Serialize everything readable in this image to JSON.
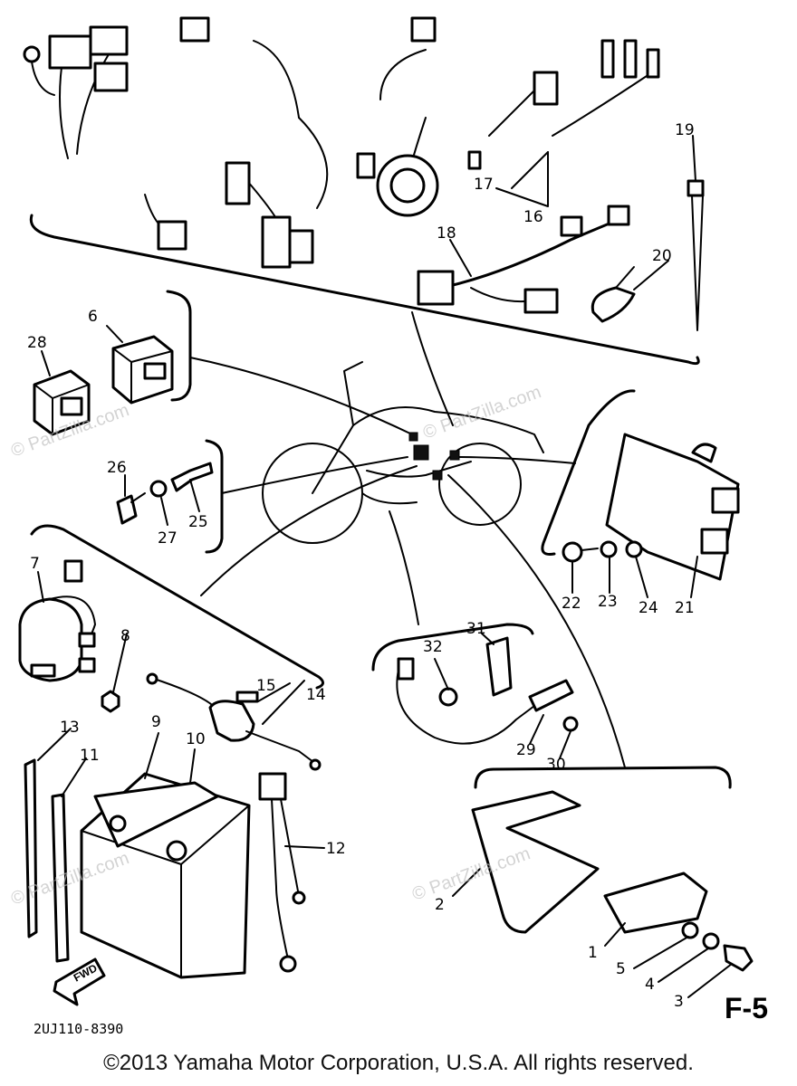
{
  "watermark": "© PartZilla.com",
  "diagram_code": "2UJ110-8390",
  "figure_id": "F-5",
  "fwd_label": "FWD",
  "copyright": "©2013 Yamaha Motor Corporation, U.S.A. All rights reserved.",
  "callouts": {
    "n1": "1",
    "n2": "2",
    "n3": "3",
    "n4": "4",
    "n5": "5",
    "n6": "6",
    "n7": "7",
    "n8": "8",
    "n9": "9",
    "n10": "10",
    "n11": "11",
    "n12": "12",
    "n13": "13",
    "n14": "14",
    "n15": "15",
    "n16": "16",
    "n17": "17",
    "n18": "18",
    "n19": "19",
    "n20": "20",
    "n21": "21",
    "n22": "22",
    "n23": "23",
    "n24": "24",
    "n25": "25",
    "n26": "26",
    "n27": "27",
    "n28": "28",
    "n29": "29",
    "n30": "30",
    "n31": "31",
    "n32": "32"
  }
}
